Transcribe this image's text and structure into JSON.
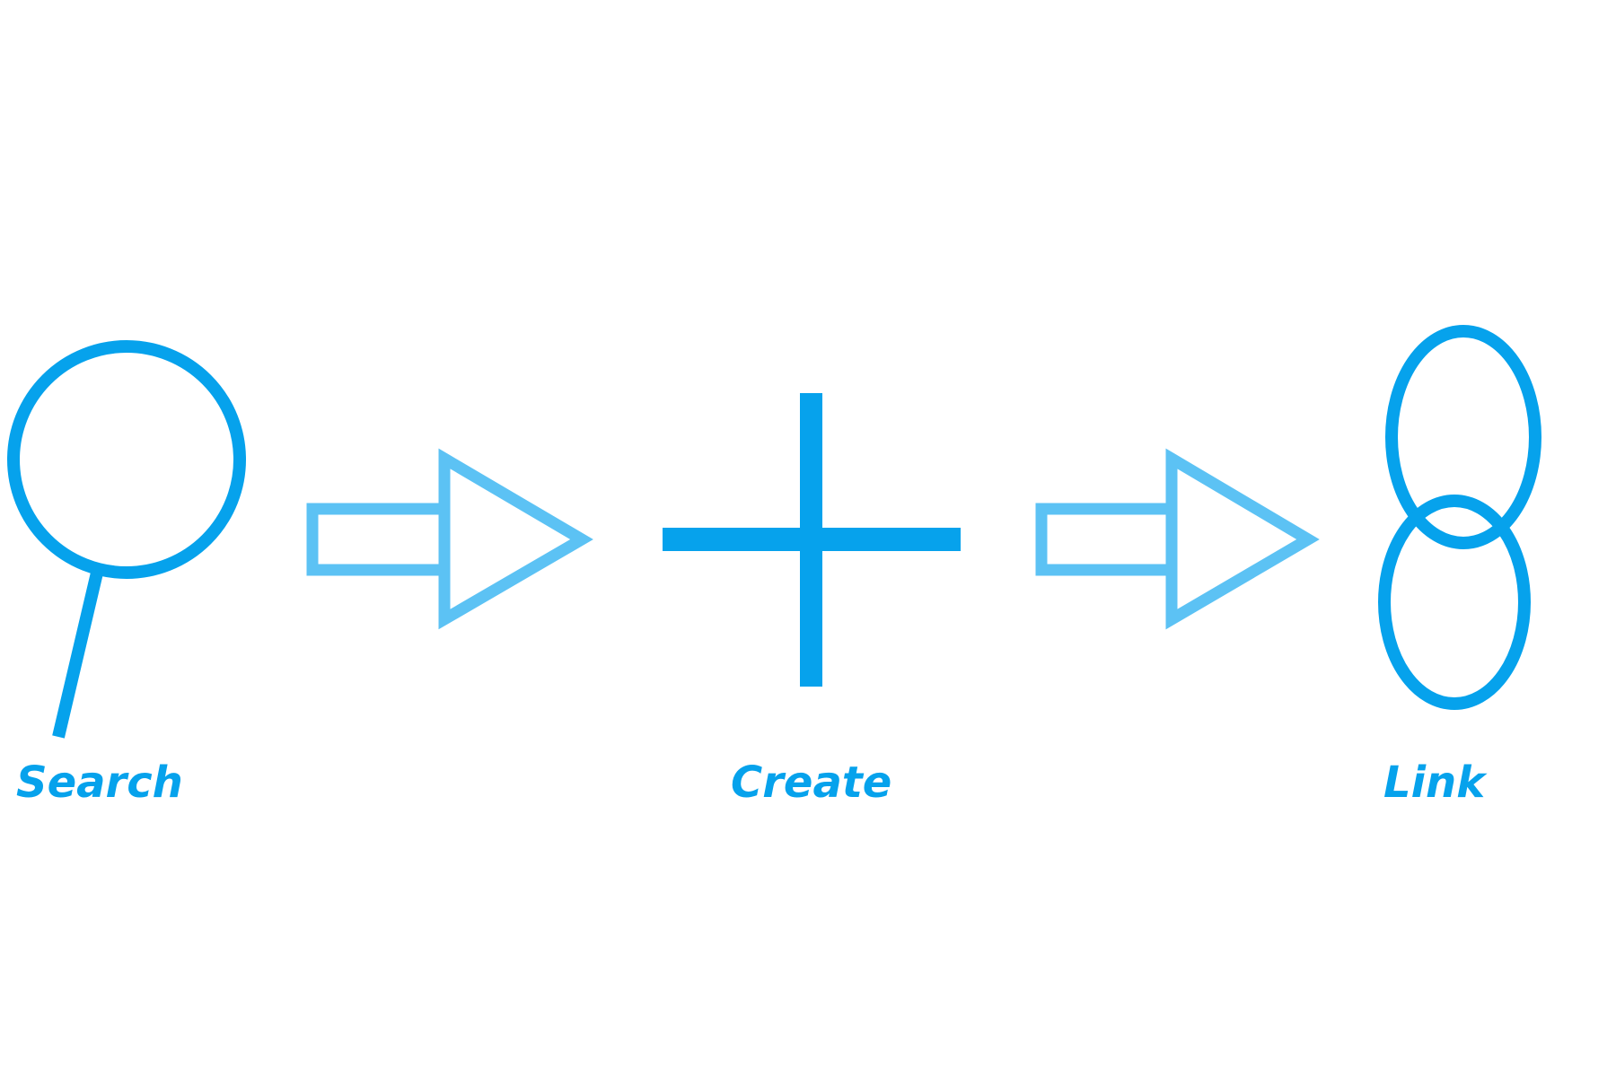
{
  "diagram": {
    "steps": [
      {
        "label": "Search",
        "icon": "magnifier-icon"
      },
      {
        "label": "Create",
        "icon": "plus-icon"
      },
      {
        "label": "Link",
        "icon": "link-icon"
      }
    ],
    "connectors": [
      {
        "icon": "arrow-right-icon"
      },
      {
        "icon": "arrow-right-icon"
      }
    ],
    "colors": {
      "primary": "#06a2ec",
      "arrow": "#5cc2f4",
      "background": "#ffffff"
    }
  }
}
